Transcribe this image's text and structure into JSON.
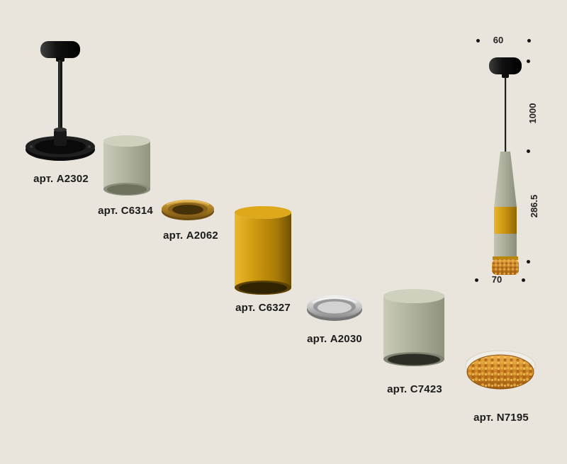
{
  "parts": [
    {
      "label": "арт. A2302",
      "name": "ceiling-mount-black"
    },
    {
      "label": "арт. C6314",
      "name": "cylinder-sage-top"
    },
    {
      "label": "арт. A2062",
      "name": "ring-gold"
    },
    {
      "label": "арт. C6327",
      "name": "cylinder-gold"
    },
    {
      "label": "арт. A2030",
      "name": "ring-chrome"
    },
    {
      "label": "арт. C7423",
      "name": "cylinder-sage-bottom"
    },
    {
      "label": "арт. N7195",
      "name": "crystal-diffuser-amber"
    }
  ],
  "dimensions": {
    "top_width": "60",
    "cable_length": "1000",
    "body_height": "286.5",
    "bottom_width": "70"
  },
  "colors": {
    "background": "#eae5dc",
    "black": "#141414",
    "sage": "#adb09b",
    "gold": "#c8920f",
    "chrome": "#c6c6c6",
    "amber": "#cd8524",
    "text": "#1b1b1b"
  }
}
